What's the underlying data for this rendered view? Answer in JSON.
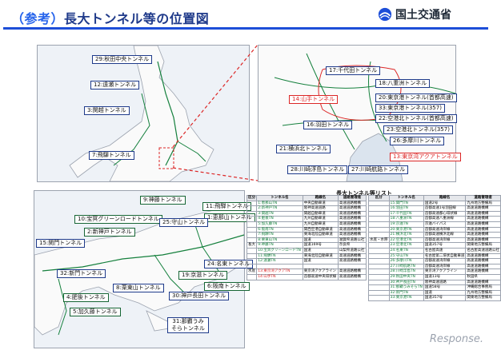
{
  "header": {
    "title_paren": "（参考）",
    "title_main": "長大トンネル等の位置図",
    "logo_text": "国土交通省"
  },
  "map_top_left": {
    "labels": [
      "29:秋田中央トンネル",
      "12:遠瀬トンネル",
      "3:関越トンネル",
      "7:飛驒トンネル"
    ]
  },
  "map_top_right": {
    "labels": [
      "17:千代田トンネル",
      "18:八重洲トンネル",
      "14:山手トンネル",
      "20:東京港トンネル(首都高速)",
      "33:東京港トンネル(357)",
      "22:空港北トンネル(首都高速)",
      "16:羽田トンネル",
      "23:空港北トンネル(357)",
      "26:多摩川トンネル",
      "21:横浜北トンネル",
      "13:東京湾アクアトンネル",
      "28:川崎浮島トンネル",
      "27:川崎航路トンネル"
    ]
  },
  "map_bottom": {
    "labels": [
      "9:神藤トンネル",
      "11:飛騨トンネル",
      "1:恵那山トンネル",
      "10:宝冥グリーンロードトンネル",
      "25:守山トンネル",
      "2:新神戸トンネル",
      "15:関門トンネル",
      "32:新門トンネル",
      "24:名東トンネル",
      "19:京滋トンネル",
      "4:肥後トンネル",
      "8:栗東山トンネル",
      "6:阪南トンネル",
      "30:神戸長田トンネル",
      "5:加久藤トンネル",
      "31:那覇うみそらトンネル"
    ]
  },
  "table": {
    "title": "長大トンネル等リスト",
    "headers": [
      "区分",
      "トンネル名",
      "路線名",
      "道路管理者"
    ],
    "left_rows": [
      [
        "",
        "1:恵那山TN",
        "中央自動車道",
        "高速道路機構"
      ],
      [
        "",
        "2:新神戸TN",
        "阪神高速道路",
        "高速道路機構"
      ],
      [
        "",
        "3:関越TN",
        "関越自動車道",
        "高速道路機構"
      ],
      [
        "",
        "4:肥後TN",
        "九州自動車道",
        "高速道路機構"
      ],
      [
        "",
        "5:加久藤TN",
        "九州自動車道",
        "高速道路機構"
      ],
      [
        "",
        "6:阪南TN",
        "関西空港自動車道",
        "高速道路機構"
      ],
      [
        "",
        "7:飛驒TN",
        "東海北陸自動車道",
        "高速道路機構"
      ],
      [
        "",
        "8:栗東山TN",
        "国道",
        "滋賀県道路公社"
      ],
      [
        "長大",
        "9:神藤TN",
        "国道169号",
        "奈良県"
      ],
      [
        "",
        "10:宝冥グリーンロードTN",
        "国道",
        "山梨県道路公社"
      ],
      [
        "",
        "11:飛騨TN",
        "東海北陸自動車道",
        "高速道路機構"
      ],
      [
        "",
        "12:遠瀬TN",
        "国道",
        "高速道路機構"
      ],
      [
        "",
        "",
        "",
        ""
      ],
      [
        "水底",
        "13:東京湾アクアTN",
        "東京湾アクアライン",
        "高速道路機構"
      ],
      [
        "",
        "14:山手TN",
        "首都高速中央環状線",
        "高速道路機構"
      ]
    ],
    "right_rows": [
      [
        "",
        "15:関門TN",
        "国道2号",
        "九州地方整備局"
      ],
      [
        "",
        "16:羽田TN",
        "首都高速1号羽田線",
        "高速道路機構"
      ],
      [
        "",
        "17:千代田TN",
        "首都高速都心環状線",
        "高速道路機構"
      ],
      [
        "",
        "18:八重洲TN",
        "首都高速八重洲線",
        "高速道路機構"
      ],
      [
        "",
        "19:京滋TN",
        "京滋バイパス",
        "高速道路機構"
      ],
      [
        "",
        "20:東京港TN",
        "首都高速湾岸線",
        "高速道路機構"
      ],
      [
        "",
        "21:横浜北TN",
        "首都高速横浜北線",
        "高速道路機構"
      ],
      [
        "水底・水際",
        "22:空港北TN",
        "首都高速湾岸線",
        "高速道路機構"
      ],
      [
        "",
        "23:空港北TN",
        "国道357号",
        "関東地方整備局"
      ],
      [
        "",
        "24:名東TN",
        "名古屋高速",
        "名古屋高速道路公社"
      ],
      [
        "",
        "25:守山TN",
        "名古屋第二環状自動車道",
        "高速道路機構"
      ],
      [
        "",
        "26:多摩川TN",
        "首都高速湾岸線",
        "高速道路機構"
      ],
      [
        "",
        "27:川崎航路TN",
        "首都高速湾岸線",
        "高速道路機構"
      ],
      [
        "",
        "28:川崎浮島TN",
        "東京湾アクアライン",
        "高速道路機構"
      ],
      [
        "",
        "29:秋田中央TN",
        "国道13号",
        "秋田県"
      ],
      [
        "",
        "30:神戸長田TN",
        "阪神高速道路",
        "高速道路機構"
      ],
      [
        "",
        "31:那覇うみそらTN",
        "国道58号",
        "沖縄総合事務局"
      ],
      [
        "",
        "32:新門TN",
        "国道",
        "九州地方整備局"
      ],
      [
        "",
        "33:東京港TN",
        "国道357号",
        "関東地方整備局"
      ]
    ]
  },
  "watermark": "Response.",
  "colors": {
    "accent": "#1d4ed8",
    "label_border": "#1e3a8a",
    "highlight": "#dc2626",
    "road_green": "#15803d"
  }
}
